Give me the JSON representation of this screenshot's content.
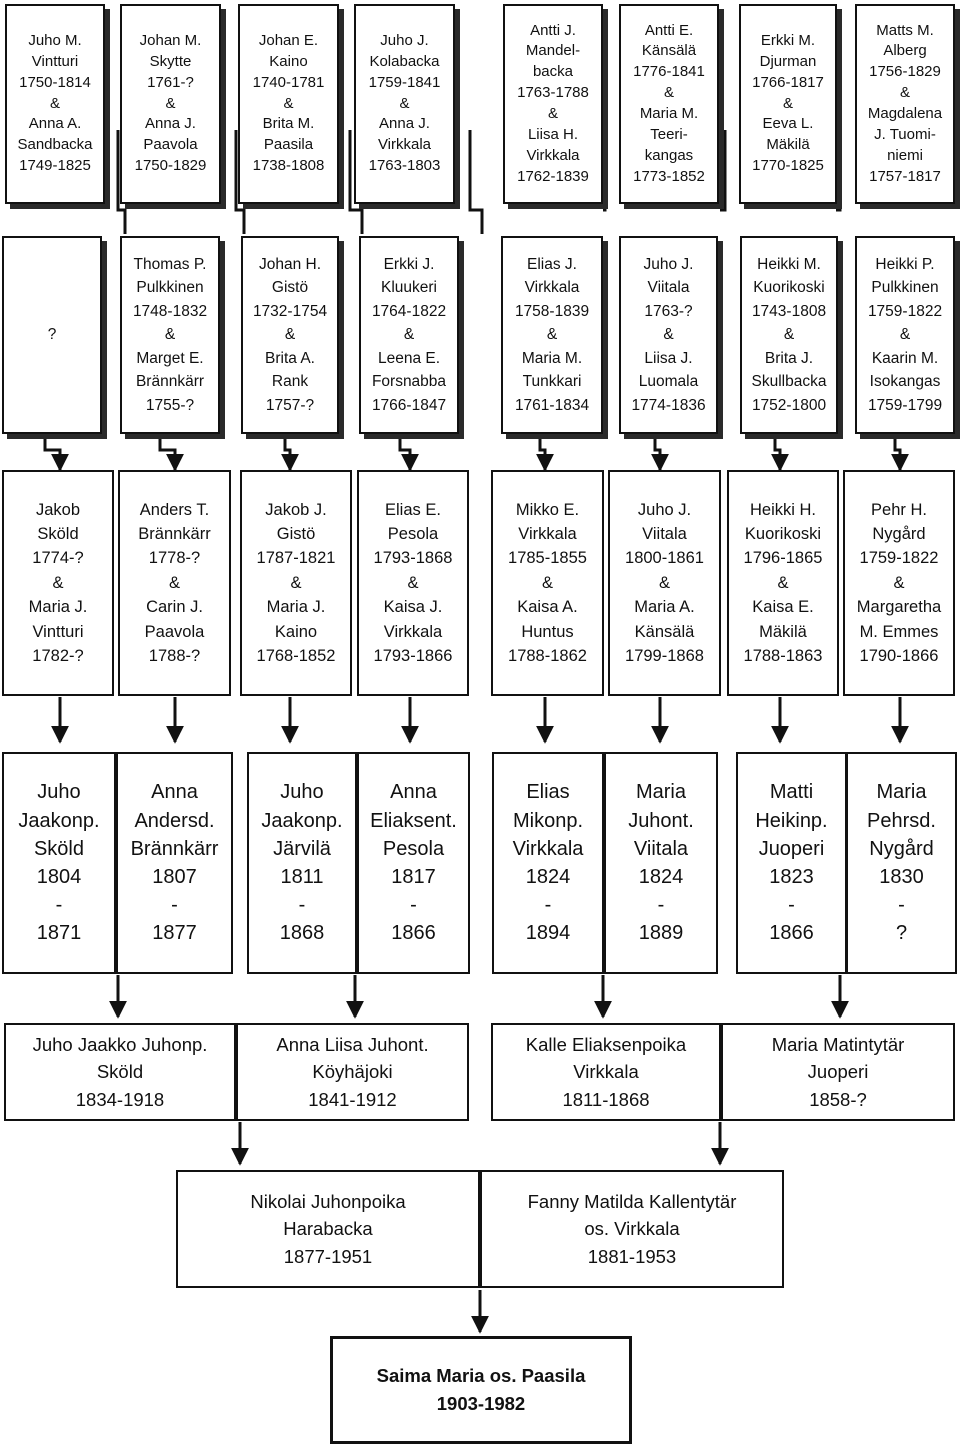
{
  "row1": [
    "Juho M.\nVintturi\n1750-1814\n&\nAnna A.\nSandbacka\n1749-1825",
    "Johan M.\nSkytte\n1761-?\n&\nAnna J.\nPaavola\n1750-1829",
    "Johan E.\nKaino\n1740-1781\n&\nBrita M.\nPaasila\n1738-1808",
    "Juho J.\nKolabacka\n1759-1841\n&\nAnna J.\nVirkkala\n1763-1803",
    "Antti J.\nMandel-\nbacka\n1763-1788\n&\nLiisa H.\nVirkkala\n1762-1839",
    "Antti E.\nKänsälä\n1776-1841\n&\nMaria M.\nTeeri-\nkangas\n1773-1852",
    "Erkki M.\nDjurman\n1766-1817\n&\nEeva L.\nMäkilä\n1770-1825",
    "Matts M.\nAlberg\n1756-1829\n&\nMagdalena\nJ. Tuomi-\nniemi\n1757-1817"
  ],
  "row2": [
    "?",
    "Thomas P.\nPulkkinen\n1748-1832\n&\nMarget E.\nBrännkärr\n1755-?",
    "Johan H.\nGistö\n1732-1754\n&\nBrita A.\nRank\n1757-?",
    "Erkki J.\nKluukeri\n1764-1822\n&\nLeena E.\nForsnabba\n1766-1847",
    "Elias J.\nVirkkala\n1758-1839\n&\nMaria M.\nTunkkari\n1761-1834",
    "Juho J.\nViitala\n1763-?\n&\nLiisa J.\nLuomala\n1774-1836",
    "Heikki M.\nKuorikoski\n1743-1808\n&\nBrita J.\nSkullbacka\n1752-1800",
    "Heikki P.\nPulkkinen\n1759-1822\n&\nKaarin M.\nIsokangas\n1759-1799"
  ],
  "row3": [
    "Jakob\nSköld\n1774-?\n&\nMaria J.\nVintturi\n1782-?",
    "Anders T.\nBrännkärr\n1778-?\n&\nCarin J.\nPaavola\n1788-?",
    "Jakob J.\nGistö\n1787-1821\n&\nMaria J.\nKaino\n1768-1852",
    "Elias E.\nPesola\n1793-1868\n&\nKaisa J.\nVirkkala\n1793-1866",
    "Mikko E.\nVirkkala\n1785-1855\n&\nKaisa A.\nHuntus\n1788-1862",
    "Juho J.\nViitala\n1800-1861\n&\nMaria A.\nKänsälä\n1799-1868",
    "Heikki H.\nKuorikoski\n1796-1865\n&\nKaisa E.\nMäkilä\n1788-1863",
    "Pehr H.\nNygård\n1759-1822\n&\nMargaretha\nM. Emmes\n1790-1866"
  ],
  "row4": [
    "Juho\nJaakonp.\nSköld\n1804\n-\n1871",
    "Anna\nAndersd.\nBrännkärr\n1807\n-\n1877",
    "Juho\nJaakonp.\nJärvilä\n1811\n-\n1868",
    "Anna\nEliaksent.\nPesola\n1817\n-\n1866",
    "Elias\nMikonp.\nVirkkala\n1824\n-\n1894",
    "Maria\nJuhont.\nViitala\n1824\n-\n1889",
    "Matti\nHeikinp.\nJuoperi\n1823\n-\n1866",
    "Maria\nPehrsd.\nNygård\n1830\n-\n?"
  ],
  "row5": [
    "Juho Jaakko Juhonp.\nSköld\n1834-1918",
    "Anna Liisa Juhont.\nKöyhäjoki\n1841-1912",
    "Kalle Eliaksenpoika\nVirkkala\n1811-1868",
    "Maria Matintytär\nJuoperi\n1858-?"
  ],
  "row6": [
    "Nikolai Juhonpoika\nHarabacka\n1877-1951",
    "Fanny Matilda Kallentytär\nos. Virkkala\n1881-1953"
  ],
  "row7": [
    "Saima Maria os. Paasila\n1903-1982"
  ]
}
